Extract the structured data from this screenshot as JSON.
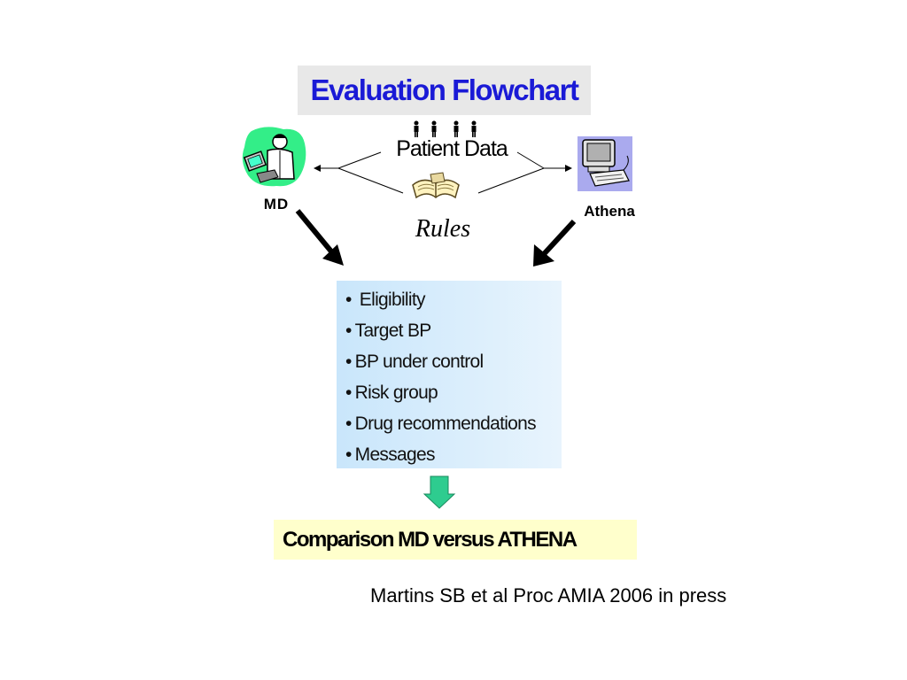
{
  "title": "Evaluation Flowchart",
  "patient_data_label": "Patient Data",
  "rules_label": "Rules",
  "md_label": "MD",
  "athena_label": "Athena",
  "outputs": [
    "Eligibility",
    "Target BP",
    "BP under control",
    "Risk group",
    "Drug recommendations",
    "Messages"
  ],
  "bullet": "•",
  "comparison": "Comparison MD versus ATHENA",
  "citation": "Martins SB et al Proc AMIA 2006 in press",
  "icons": {
    "patients": "people-icon",
    "rules_book": "book-icon",
    "md": "doctor-icon",
    "athena": "computer-icon",
    "down_arrow": "down-arrow-icon"
  },
  "colors": {
    "title_text": "#1a1ad6",
    "title_box": "#e8e8e8",
    "list_box": "#c9e6fb",
    "comparison_box": "#ffffcc",
    "down_arrow": "#2ecc8f",
    "md_blob": "#33ee88",
    "computer_bg": "#aaaaee"
  }
}
